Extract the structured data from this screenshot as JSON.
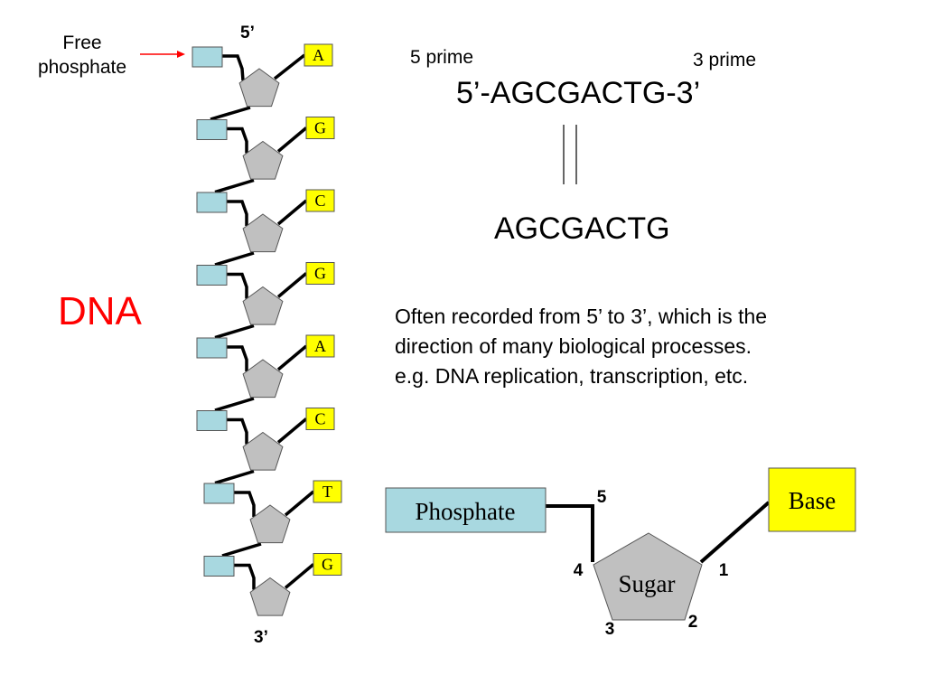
{
  "free_phosphate_label": "Free phosphate",
  "strand_5_end": "5’",
  "strand_3_end": "3’",
  "dna_label": "DNA",
  "prime_5_label": "5 prime",
  "prime_3_label": "3 prime",
  "sequence_full": "5’-AGCGACTG-3’",
  "sequence_short": "AGCGACTG",
  "note_lines": [
    "Often recorded from 5’ to 3’, which is the",
    "direction of many biological processes.",
    "e.g. DNA replication, transcription, etc."
  ],
  "strand_bases": [
    "A",
    "G",
    "C",
    "G",
    "A",
    "C",
    "T",
    "G"
  ],
  "nucleotide": {
    "phosphate_label": "Phosphate",
    "sugar_label": "Sugar",
    "base_label": "Base",
    "carbon_numbers": [
      "5",
      "4",
      "1",
      "2",
      "3"
    ]
  },
  "colors": {
    "phosphate": "#a8d8e0",
    "sugar": "#c0c0c0",
    "base": "#ffff00",
    "dna_label": "#ff0000",
    "arrow": "#ff0000"
  }
}
